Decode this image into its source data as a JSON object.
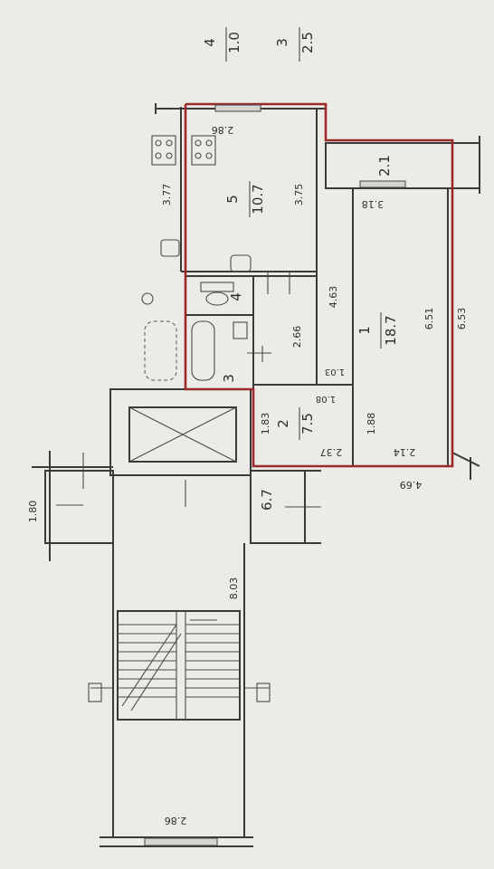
{
  "legend": {
    "top_left": {
      "numerator": "4",
      "denominator": "1.0"
    },
    "top_right": {
      "numerator": "3",
      "denominator": "2.5"
    }
  },
  "rooms": {
    "room_1": {
      "number": "1",
      "area": "18.7"
    },
    "room_2": {
      "number": "2",
      "area": "7.5"
    },
    "room_3": {
      "number": "3"
    },
    "room_4": {
      "number": "4"
    },
    "room_5": {
      "number": "5",
      "area": "10.7"
    },
    "balcony_upper": {
      "area": "2.1"
    },
    "small_room": {
      "area": "6.7"
    }
  },
  "dimensions": {
    "top_width": "2.86",
    "left_height": "3.77",
    "inner_height": "3.75",
    "balcony_width": "3.18",
    "room1_side": "4.63",
    "room1_length": "6.51",
    "outer_length": "6.53",
    "bath_length": "2.66",
    "niche_width": "1.03",
    "niche_depth": "1.08",
    "hall_length": "1.83",
    "hall_width": "2.37",
    "closet_length": "1.88",
    "closet_width": "2.14",
    "bottom_width": "4.69",
    "left_small": "1.80",
    "corridor_length": "8.03",
    "stair_width": "2.86"
  },
  "colors": {
    "wall": "#3a3a3a",
    "apartment_outline": "#9b2b2b",
    "paper": "#ecebe5"
  }
}
